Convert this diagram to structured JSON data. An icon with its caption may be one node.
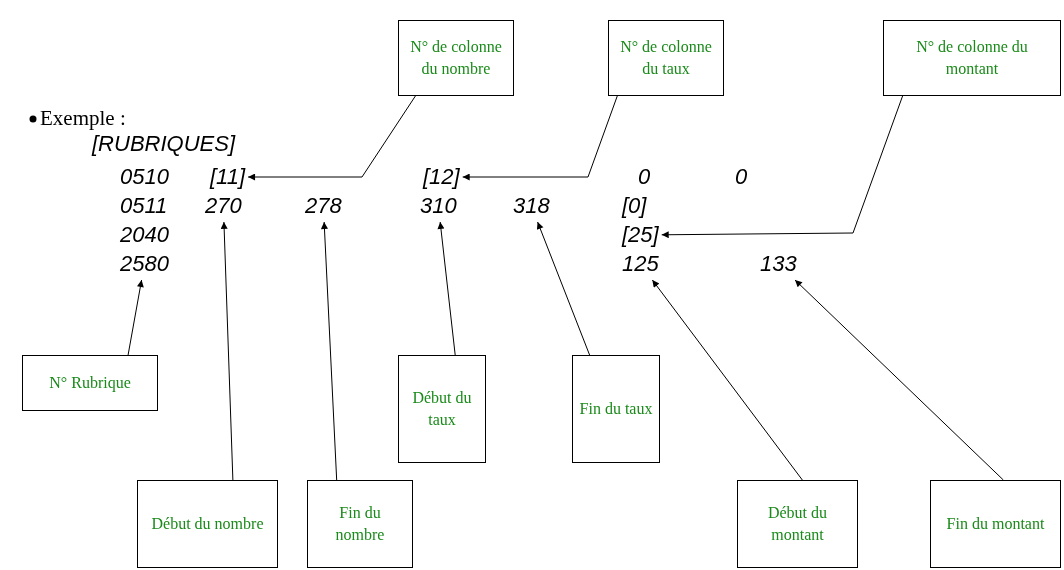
{
  "diagram": {
    "nodes": [
      {
        "text": [
          "N° de colonne du nombre"
        ]
      },
      {
        "text": [
          "N° de colonne du taux"
        ]
      },
      {
        "text": [
          "N° de colonne du montant"
        ]
      },
      {
        "text": [
          "[11]"
        ]
      },
      {
        "text": [
          "[12]"
        ]
      },
      {
        "text": [
          "270"
        ]
      },
      {
        "text": [
          "278"
        ]
      },
      {
        "text": [
          "310"
        ]
      },
      {
        "text": [
          "318"
        ]
      },
      {
        "text": [
          "[25]"
        ]
      },
      {
        "text": [
          "2580"
        ]
      },
      {
        "text": [
          "125"
        ]
      },
      {
        "text": [
          "133"
        ]
      },
      {
        "text": [
          "N° Rubrique"
        ]
      },
      {
        "text": [
          "Début du taux"
        ]
      },
      {
        "text": [
          "Fin du taux"
        ]
      },
      {
        "text": [
          "Début du nombre"
        ]
      },
      {
        "text": [
          "Fin du nombre"
        ]
      },
      {
        "text": [
          "Début du montant"
        ]
      },
      {
        "text": [
          "Fin du montant"
        ]
      }
    ],
    "edges": [
      {
        "from": 0,
        "to": 3,
        "arrow": "to"
      },
      {
        "from": 1,
        "to": 4,
        "arrow": "to"
      },
      {
        "from": 2,
        "to": 9,
        "arrow": "to"
      },
      {
        "from": 13,
        "to": 10,
        "arrow": "to"
      },
      {
        "from": 16,
        "to": 5,
        "arrow": "to"
      },
      {
        "from": 17,
        "to": 6,
        "arrow": "to"
      },
      {
        "from": 14,
        "to": 7,
        "arrow": "to"
      },
      {
        "from": 15,
        "to": 8,
        "arrow": "to"
      },
      {
        "from": 18,
        "to": 11,
        "arrow": "to"
      },
      {
        "from": 19,
        "to": 12,
        "arrow": "to"
      }
    ],
    "labels": [
      "Exemple :",
      "[RUBRIQUES]",
      "0510",
      "0",
      "0",
      "0511",
      "[0]",
      "2040"
    ]
  }
}
